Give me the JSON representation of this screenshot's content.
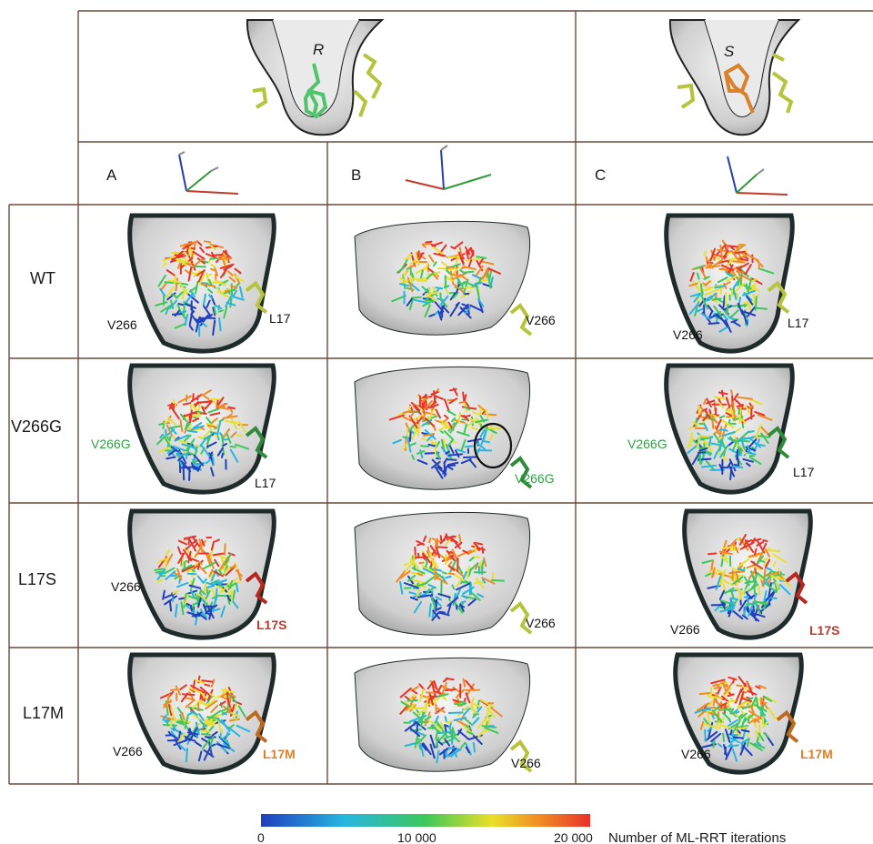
{
  "header": {
    "R_label": "R",
    "S_label": "S"
  },
  "columns": [
    {
      "id": "A",
      "label": "A"
    },
    {
      "id": "B",
      "label": "B"
    },
    {
      "id": "C",
      "label": "C"
    }
  ],
  "rows": [
    {
      "id": "wt",
      "label": "WT"
    },
    {
      "id": "v266g",
      "label": "V266G"
    },
    {
      "id": "l17s",
      "label": "L17S"
    },
    {
      "id": "l17m",
      "label": "L17M"
    }
  ],
  "residues": {
    "wt": {
      "A": [
        "V266",
        "L17"
      ],
      "B": [
        "V266"
      ],
      "C": [
        "V266",
        "L17"
      ]
    },
    "v266g": {
      "A": [
        "V266G",
        "L17"
      ],
      "B": [
        "V266G"
      ],
      "C": [
        "V266G",
        "L17"
      ]
    },
    "l17s": {
      "A": [
        "V266",
        "L17S"
      ],
      "B": [
        "V266"
      ],
      "C": [
        "V266",
        "L17S"
      ]
    },
    "l17m": {
      "A": [
        "V266",
        "L17M"
      ],
      "B": [
        "V266"
      ],
      "C": [
        "V266",
        "L17M"
      ]
    }
  },
  "colorbar": {
    "min_label": "0",
    "mid_label": "10 000",
    "max_label": "20 000",
    "title": "Number of ML-RRT iterations",
    "colors": [
      "#1f3fbf",
      "#27b5e0",
      "#3cc85a",
      "#e8e02a",
      "#f08a24",
      "#e8322a"
    ]
  },
  "colors": {
    "surface": "#d9d9d9",
    "surface_dark": "#1f2a2a",
    "residue_wt": "#b5c43a",
    "residue_gly": "#2e8b3a",
    "residue_ser": "#b8261e",
    "residue_met": "#c06a1e",
    "ligand_R": "#4fc46a",
    "ligand_S": "#d9822b",
    "border": "#6b4a3a"
  }
}
